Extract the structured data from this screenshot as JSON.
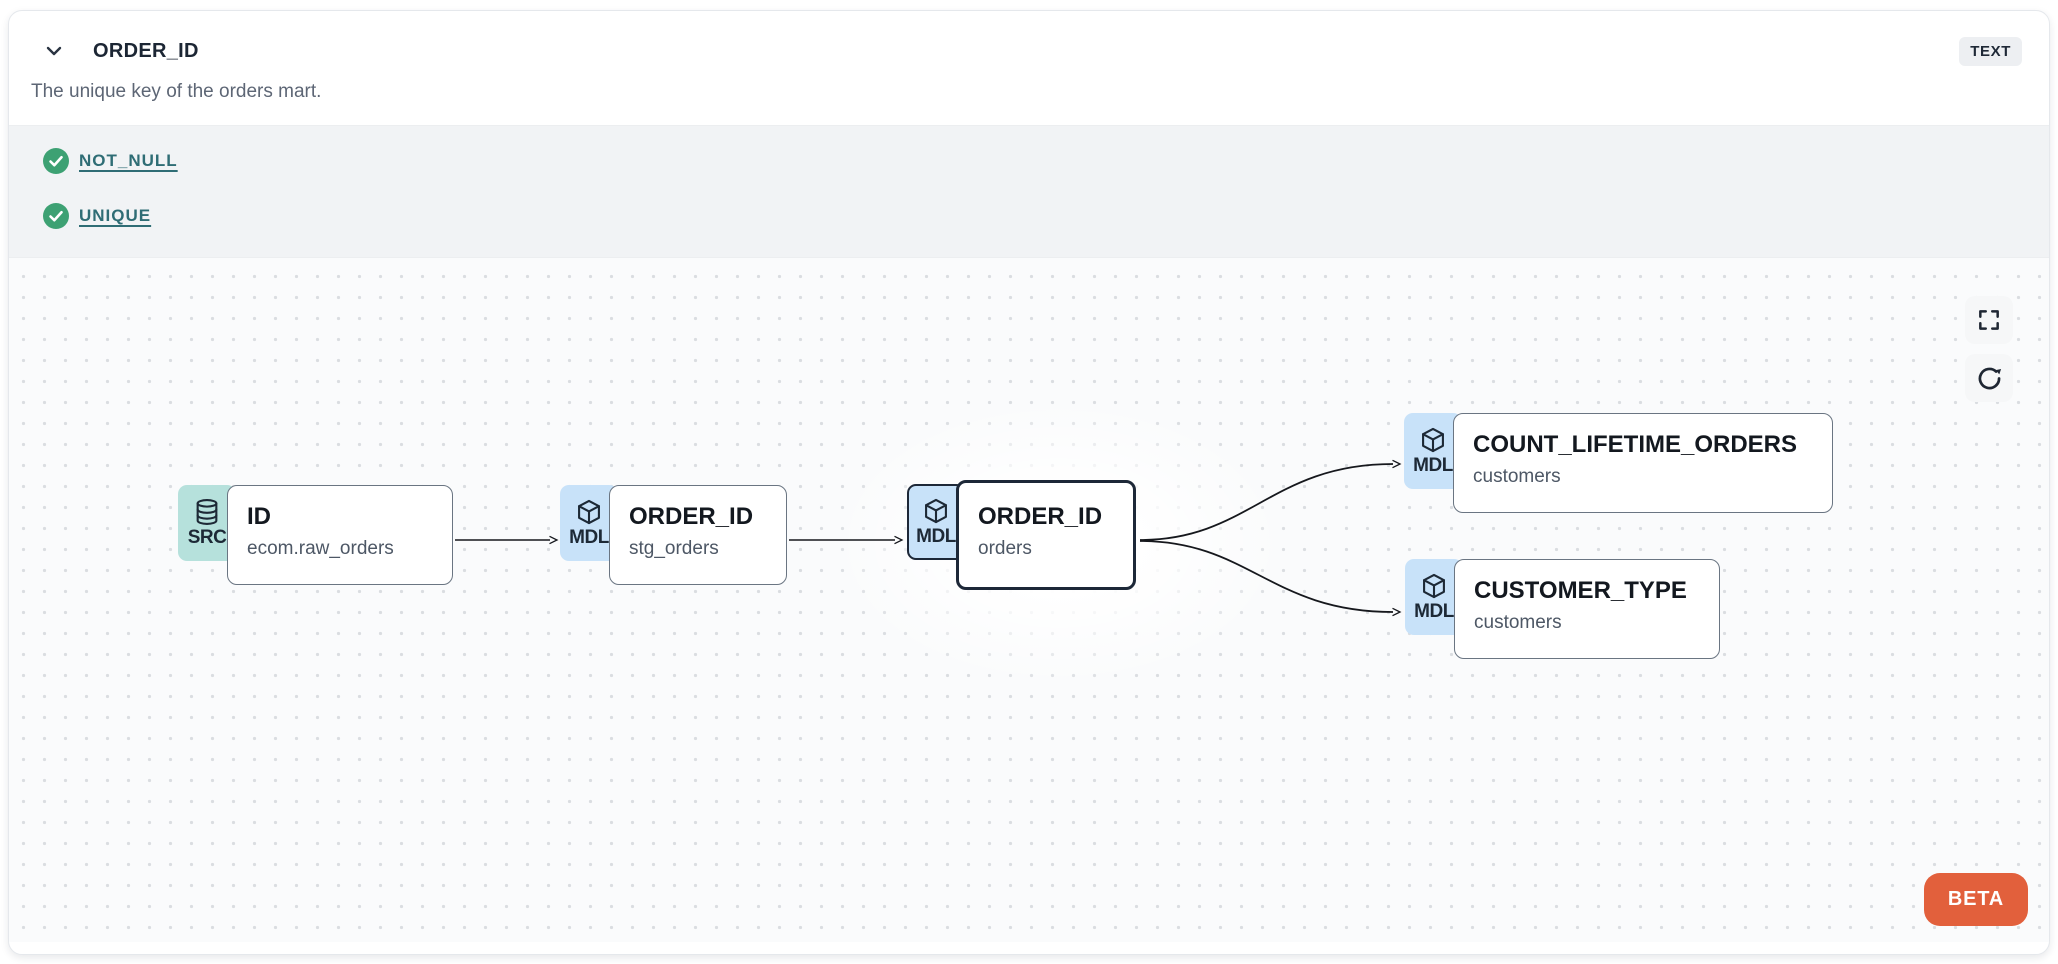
{
  "header": {
    "title": "ORDER_ID",
    "type_badge": "TEXT",
    "description": "The unique key of the orders mart."
  },
  "tests": [
    {
      "label": "NOT_NULL",
      "status": "pass",
      "icon": "check-circle-icon"
    },
    {
      "label": "UNIQUE",
      "status": "pass",
      "icon": "check-circle-icon"
    }
  ],
  "lineage": {
    "nodes": [
      {
        "id": "src_id",
        "badge": "SRC",
        "icon": "database-icon",
        "title": "ID",
        "subtitle": "ecom.raw_orders",
        "selected": false
      },
      {
        "id": "stg",
        "badge": "MDL",
        "icon": "model-cube-icon",
        "title": "ORDER_ID",
        "subtitle": "stg_orders",
        "selected": false
      },
      {
        "id": "orders",
        "badge": "MDL",
        "icon": "model-cube-icon",
        "title": "ORDER_ID",
        "subtitle": "orders",
        "selected": true
      },
      {
        "id": "count",
        "badge": "MDL",
        "icon": "model-cube-icon",
        "title": "COUNT_LIFETIME_ORDERS",
        "subtitle": "customers",
        "selected": false
      },
      {
        "id": "ctype",
        "badge": "MDL",
        "icon": "model-cube-icon",
        "title": "CUSTOMER_TYPE",
        "subtitle": "customers",
        "selected": false
      }
    ],
    "edges": [
      {
        "from": "src_id",
        "to": "stg"
      },
      {
        "from": "stg",
        "to": "orders"
      },
      {
        "from": "orders",
        "to": "count"
      },
      {
        "from": "orders",
        "to": "ctype"
      }
    ]
  },
  "canvas": {
    "beta_label": "BETA",
    "controls": [
      {
        "name": "fullscreen",
        "icon": "maximize-icon"
      },
      {
        "name": "refresh",
        "icon": "rotate-cw-icon"
      }
    ]
  },
  "colors": {
    "src_badge_teal": "#b6e1dc",
    "mdl_badge_blue": "#c8e2f9",
    "test_pass_green": "#3da173",
    "link_teal": "#2f6d75",
    "beta_orange": "#e2603c",
    "selected_border": "#1d2838",
    "tests_section_bg": "#f1f3f5"
  }
}
